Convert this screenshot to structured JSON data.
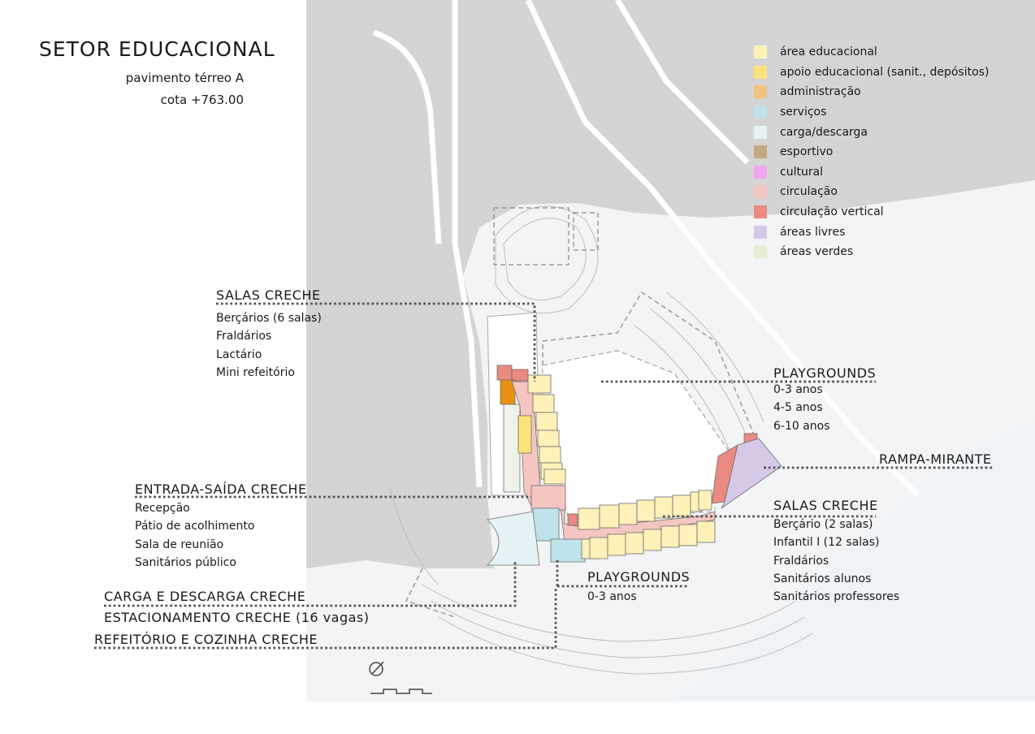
{
  "title": "SETOR EDUCACIONAL",
  "subtitle1": "pavimento térreo A",
  "subtitle2": "cota +763.00",
  "legend": [
    {
      "label": "área educacional",
      "color": "#fff1b8"
    },
    {
      "label": "apoio educacional (sanit., depósitos)",
      "color": "#fbe37a"
    },
    {
      "label": "administração",
      "color": "#f2c27f"
    },
    {
      "label": "serviços",
      "color": "#bfe3ec"
    },
    {
      "label": "carga/descarga",
      "color": "#e5f3f6"
    },
    {
      "label": "esportivo",
      "color": "#c4a882"
    },
    {
      "label": "cultural",
      "color": "#f2a6f0"
    },
    {
      "label": "circulação",
      "color": "#f5c6c1"
    },
    {
      "label": "circulação vertical",
      "color": "#ea8a80"
    },
    {
      "label": "áreas livres",
      "color": "#d6c9e8"
    },
    {
      "label": "áreas verdes",
      "color": "#e3efd0"
    }
  ],
  "labels": {
    "salas_creche_top": {
      "head": "SALAS CRECHE",
      "items": [
        "Berçários (6 salas)",
        "Fraldários",
        "Lactário",
        "Mini refeitório"
      ]
    },
    "playgrounds_right": {
      "head": "PLAYGROUNDS",
      "items": [
        "0-3 anos",
        "4-5 anos",
        "6-10 anos"
      ]
    },
    "rampa": {
      "head": "RAMPA-MIRANTE"
    },
    "entrada": {
      "head": "ENTRADA-SAÍDA CRECHE",
      "items": [
        "Recepção",
        "Pátio de acolhimento",
        "Sala de reunião",
        "Sanitários público"
      ]
    },
    "salas_creche_bottom": {
      "head": "SALAS CRECHE",
      "items": [
        "Berçário (2 salas)",
        "Infantil I (12 salas)",
        "Fraldários",
        "Sanitários alunos",
        "Sanitários professores"
      ]
    },
    "playgrounds_bottom": {
      "head": "PLAYGROUNDS",
      "items": [
        "0-3 anos"
      ]
    },
    "carga": {
      "head": "CARGA E DESCARGA CRECHE"
    },
    "estacionamento": {
      "head": "ESTACIONAMENTO CRECHE (16 vagas)"
    },
    "refeitorio": {
      "head": "REFEITÓRIO E COZINHA CRECHE"
    }
  }
}
